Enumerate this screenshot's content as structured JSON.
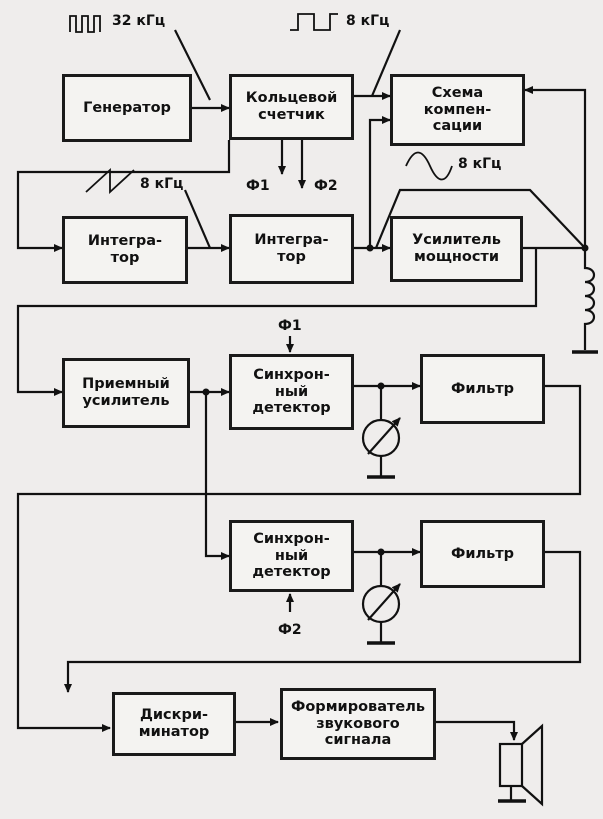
{
  "blocks": {
    "generator": "Генератор",
    "ring_counter": "Кольцевой\nсчетчик",
    "compensation": "Схема\nкомпен-\nсации",
    "integrator_1": "Интегра-\nтор",
    "integrator_2": "Интегра-\nтор",
    "power_amp": "Усилитель\nмощности",
    "receive_amp": "Приемный\nусилитель",
    "sync_detector_1": "Синхрон-\nный\nдетектор",
    "filter_1": "Фильтр",
    "sync_detector_2": "Синхрон-\nный\nдетектор",
    "filter_2": "Фильтр",
    "discriminator": "Дискри-\nминатор",
    "sound_shaper": "Формирователь\nзвукового\nсигнала"
  },
  "labels": {
    "freq_32": "32 кГц",
    "freq_8_square": "8 кГц",
    "freq_8_triangle": "8 кГц",
    "freq_8_sine": "8 кГц",
    "phase_1_counter": "Ф1",
    "phase_2_counter": "Ф2",
    "phase_1_detector": "Ф1",
    "phase_2_detector": "Ф2"
  }
}
